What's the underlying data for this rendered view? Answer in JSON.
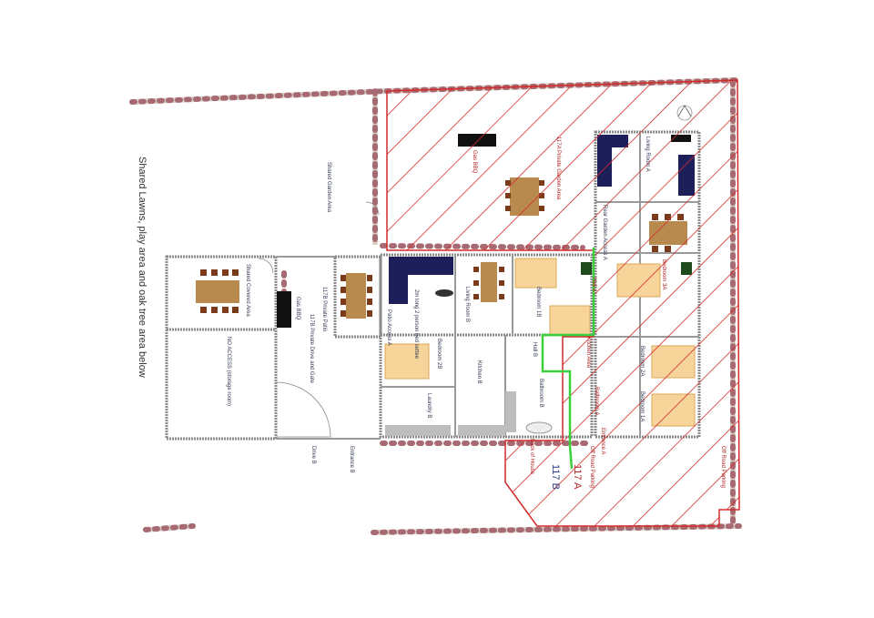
{
  "labels": {
    "shared_lawns": "Shared Lawns, play area and oak tree area below",
    "shared_garden": "Shared Garden Area",
    "shared_covered": "Shared Covered Area",
    "gas_bbq_b": "Gas BBQ",
    "patio_b": "117B Private Patio",
    "drive_gate_b": "117B Private Drive and Gate",
    "no_access": "NO ACCESS (storage room)",
    "drive_b": "Drive B",
    "entrance_b": "Entrance B",
    "patio_access_a": "Patio Access A",
    "bed_settee": "2m long 2 person bed settee",
    "living_room_b": "Living Room B",
    "bedroom_1b": "Bedroom 1B",
    "bedroom_2b": "Bedroom 2B",
    "laundry_b": "Laundry B",
    "kitchen_b": "Kitchen B",
    "hall_b": "Hall B",
    "bathroom_b": "Bathroom B",
    "back_of_house": "Back of House",
    "unit_b": "117 B",
    "unit_a": "117 A",
    "off_road_parking_1": "Off Road Parking",
    "off_road_parking_2": "Off Road Parking",
    "entrance_a": "Entrance A",
    "kitchen_area_a": "Kitchen Area",
    "bathroom_a": "Bathroom A",
    "hall_a": "Hall A",
    "bedroom_1a": "Bedroom 1A",
    "bedroom_2a": "Bedroom 2A",
    "bedroom_3a": "Bedroom 3A",
    "rear_garden_access_a": "Rear Garden Access A",
    "living_room_a": "Living Room A",
    "garden_a": "117A Private Garden Area",
    "gas_bbq_a": "Gas BBQ"
  },
  "colors": {
    "hatch_area_a": "#d42a2a",
    "boundary_line": "#3ccf3c",
    "bed": "#f6d49a",
    "sofa": "#1c1f5a",
    "table": "#b88a4e"
  },
  "icons": [
    "north-arrow-icon"
  ]
}
